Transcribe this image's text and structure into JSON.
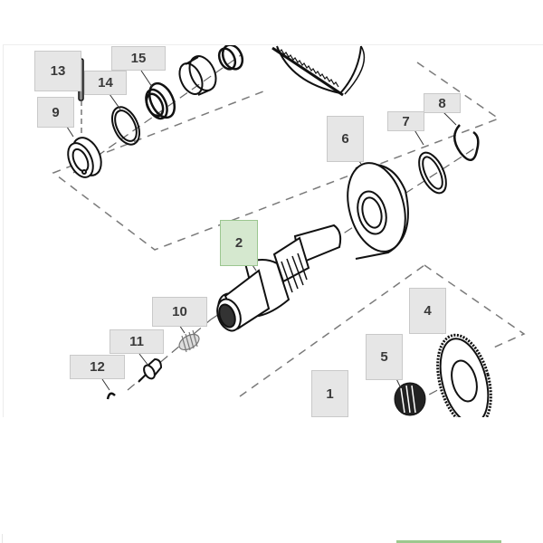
{
  "diagram": {
    "type": "exploded parts diagram",
    "selected_callout": "2",
    "colors": {
      "callout_bg": "#e6e6e6",
      "callout_border": "#c9c9c9",
      "selected_bg": "#d5e8cf",
      "selected_border": "#9bc690",
      "line": "#1a1a1a",
      "dash": "#7a7a7a"
    },
    "callouts": [
      {
        "id": "13",
        "label": "13"
      },
      {
        "id": "15",
        "label": "15"
      },
      {
        "id": "14",
        "label": "14"
      },
      {
        "id": "9",
        "label": "9"
      },
      {
        "id": "8",
        "label": "8"
      },
      {
        "id": "7",
        "label": "7"
      },
      {
        "id": "6",
        "label": "6"
      },
      {
        "id": "2",
        "label": "2"
      },
      {
        "id": "10",
        "label": "10"
      },
      {
        "id": "11",
        "label": "11"
      },
      {
        "id": "12",
        "label": "12"
      },
      {
        "id": "4",
        "label": "4"
      },
      {
        "id": "5",
        "label": "5"
      },
      {
        "id": "1",
        "label": "1"
      }
    ]
  }
}
